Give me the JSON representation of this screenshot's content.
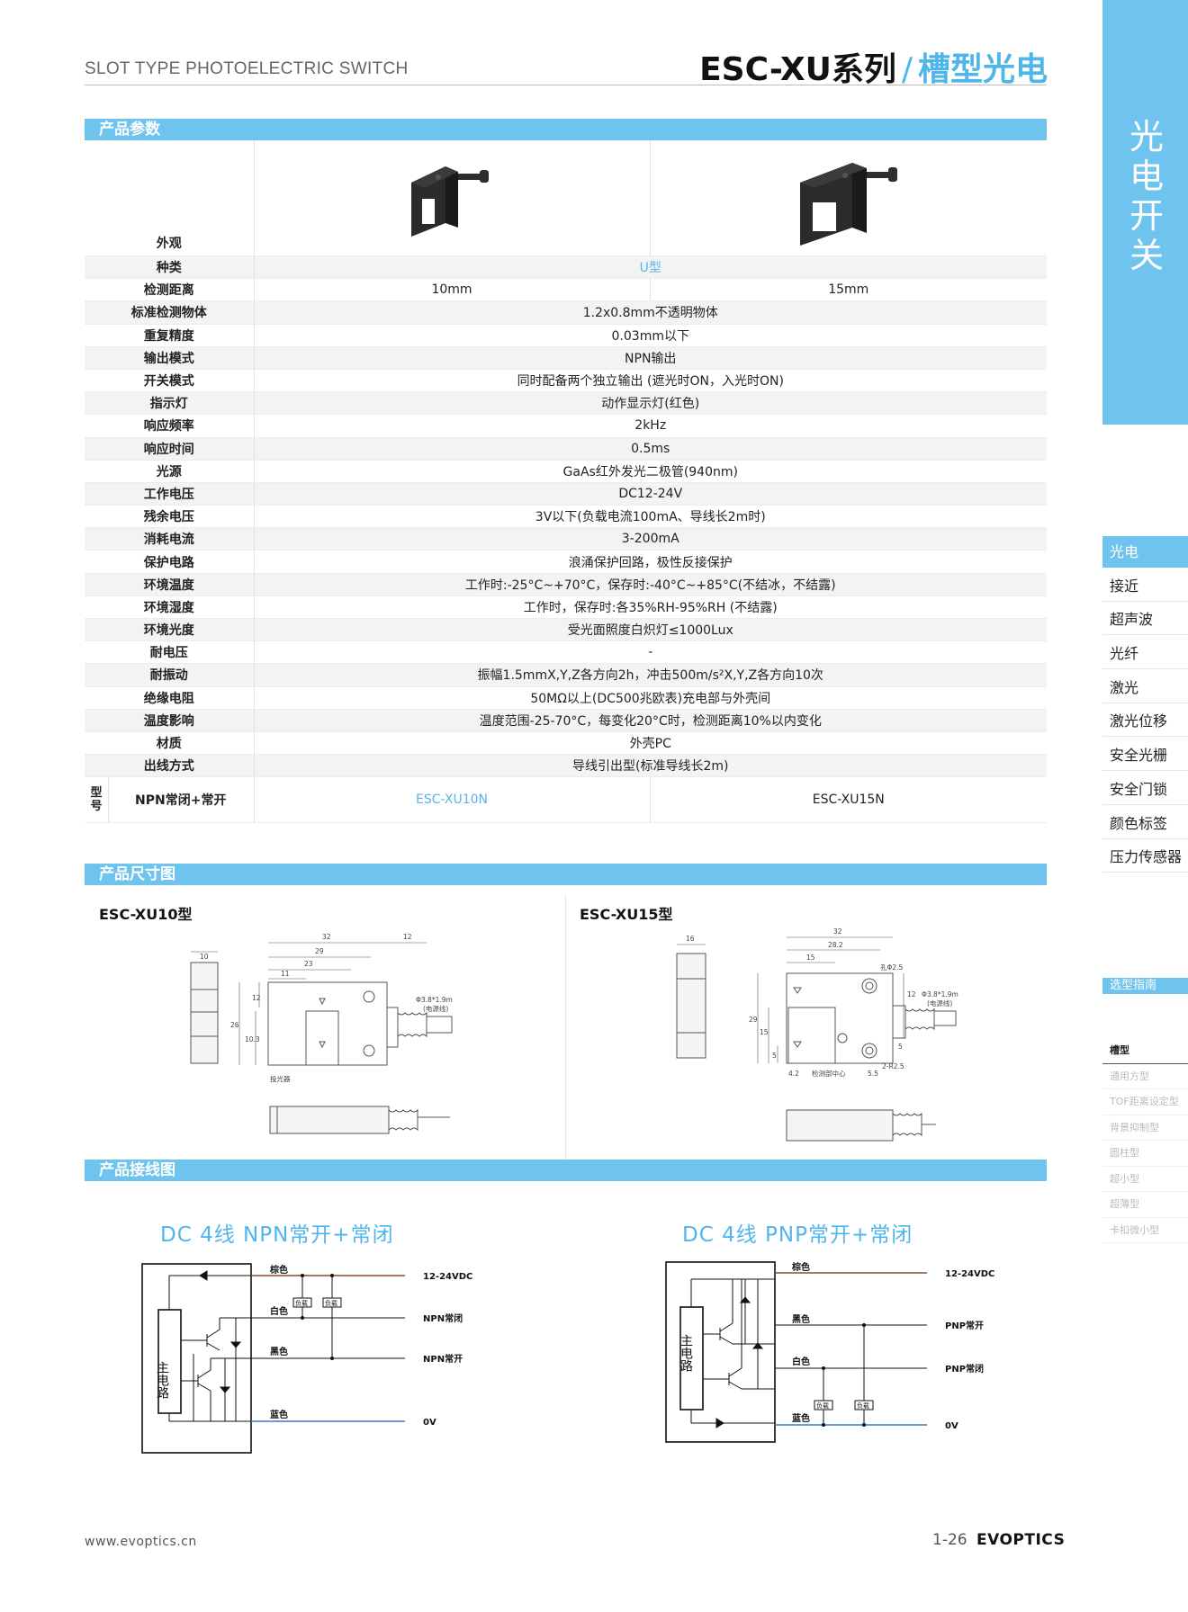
{
  "header": {
    "subtitle": "SLOT TYPE PHOTOELECTRIC SWITCH",
    "series": "ESC-XU系列",
    "separator": "/",
    "category": "槽型光电"
  },
  "side_tab": {
    "text": "光电开关"
  },
  "side_nav": [
    "光电",
    "接近",
    "超声波",
    "光纤",
    "激光",
    "激光位移",
    "安全光栅",
    "安全门锁",
    "颜色标签",
    "压力传感器"
  ],
  "side_guide": {
    "title": "选型指南",
    "items": [
      "槽型",
      "通用方型",
      "TOF距离设定型",
      "背景抑制型",
      "圆柱型",
      "超小型",
      "超薄型",
      "卡扣微小型"
    ]
  },
  "sections": {
    "params": "产品参数",
    "dimensions": "产品尺寸图",
    "wiring": "产品接线图"
  },
  "spec": {
    "appearance_label": "外观",
    "rows": [
      {
        "label": "种类",
        "value": "U型",
        "blue": true
      },
      {
        "label": "检测距离",
        "v1": "10mm",
        "v2": "15mm"
      },
      {
        "label": "标准检测物体",
        "value": "1.2x0.8mm不透明物体"
      },
      {
        "label": "重复精度",
        "value": "0.03mm以下"
      },
      {
        "label": "输出模式",
        "value": "NPN输出"
      },
      {
        "label": "开关模式",
        "value": "同时配备两个独立输出 (遮光时ON，入光时ON)"
      },
      {
        "label": "指示灯",
        "value": "动作显示灯(红色)"
      },
      {
        "label": "响应频率",
        "value": "2kHz"
      },
      {
        "label": "响应时间",
        "value": "0.5ms"
      },
      {
        "label": "光源",
        "value": "GaAs红外发光二极管(940nm)"
      },
      {
        "label": "工作电压",
        "value": "DC12-24V"
      },
      {
        "label": "残余电压",
        "value": "3V以下(负载电流100mA、导线长2m时)"
      },
      {
        "label": "消耗电流",
        "value": "3-200mA"
      },
      {
        "label": "保护电路",
        "value": "浪涌保护回路，极性反接保护"
      },
      {
        "label": "环境温度",
        "value": "工作时:-25°C~+70°C，保存时:-40°C~+85°C(不结冰，不结露)"
      },
      {
        "label": "环境湿度",
        "value": "工作时，保存时:各35%RH-95%RH (不结露)"
      },
      {
        "label": "环境光度",
        "value": "受光面照度白炽灯≤1000Lux"
      },
      {
        "label": "耐电压",
        "value": "-"
      },
      {
        "label": "耐振动",
        "value": "振幅1.5mmX,Y,Z各方向2h，冲击500m/s²X,Y,Z各方向10次"
      },
      {
        "label": "绝缘电阻",
        "value": "50MΩ以上(DC500兆欧表)充电部与外壳间"
      },
      {
        "label": "温度影响",
        "value": "温度范围-25-70°C，每变化20°C时，检测距离10%以内变化"
      },
      {
        "label": "材质",
        "value": "外壳PC"
      },
      {
        "label": "出线方式",
        "value": "导线引出型(标准导线长2m)"
      }
    ],
    "model_group": "型号",
    "model_label": "NPN常闭+常开",
    "models": [
      "ESC-XU10N",
      "ESC-XU15N"
    ]
  },
  "dimensions": {
    "left_title": "ESC-XU10型",
    "right_title": "ESC-XU15型",
    "left_numbers": [
      "32",
      "12",
      "29",
      "23",
      "11",
      "10",
      "26",
      "10.3",
      "12",
      "Φ3.8*1.9m",
      "(电源线)",
      "投光器"
    ],
    "right_numbers": [
      "32",
      "28.2",
      "15",
      "16",
      "孔Φ2.5",
      "Φ3.8*1.9m",
      "(电源线)",
      "12",
      "29",
      "15",
      "5",
      "5",
      "4.2",
      "5.5",
      "检测部中心",
      "2-R2.5"
    ]
  },
  "wiring": {
    "npn": {
      "title": "DC  4线  NPN常开+常闭",
      "main": "主电路",
      "wires": [
        "棕色",
        "白色",
        "黑色",
        "蓝色"
      ],
      "outputs": [
        "12-24VDC",
        "NPN常闭",
        "NPN常开",
        "0V"
      ],
      "load": "负载"
    },
    "pnp": {
      "title": "DC  4线  PNP常开+常闭",
      "main": "主电路",
      "wires": [
        "棕色",
        "黑色",
        "白色",
        "蓝色"
      ],
      "outputs": [
        "12-24VDC",
        "PNP常开",
        "PNP常闭",
        "0V"
      ],
      "load": "负载"
    }
  },
  "colors": {
    "accent": "#6ec4ee",
    "brown_wire": "#8b4a2b",
    "blue_wire": "#3a78c2"
  },
  "footer": {
    "url": "www.evoptics.cn",
    "page": "1-26",
    "logo": "EVOPTICS"
  }
}
